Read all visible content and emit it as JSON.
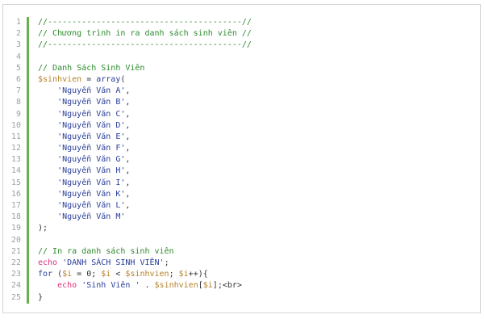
{
  "colors": {
    "comment": "#2e8b2e",
    "variable": "#b5812a",
    "string": "#2a3f9a",
    "keyword": "#e0307a",
    "gutter_bar": "#6ab04c"
  },
  "lines": [
    [
      [
        "c",
        "//----------------------------------------//"
      ]
    ],
    [
      [
        "c",
        "// Chương trình in ra danh sách sinh viên //"
      ]
    ],
    [
      [
        "c",
        "//----------------------------------------//"
      ]
    ],
    [],
    [
      [
        "c",
        "// Danh Sách Sinh Viên"
      ]
    ],
    [
      [
        "v",
        "$sinhvien"
      ],
      [
        "p",
        " = "
      ],
      [
        "f",
        "array"
      ],
      [
        "p",
        "("
      ]
    ],
    [
      [
        "p",
        "    "
      ],
      [
        "s",
        "'Nguyễn Văn A'"
      ],
      [
        "p",
        ","
      ]
    ],
    [
      [
        "p",
        "    "
      ],
      [
        "s",
        "'Nguyễn Văn B'"
      ],
      [
        "p",
        ","
      ]
    ],
    [
      [
        "p",
        "    "
      ],
      [
        "s",
        "'Nguyễn Văn C'"
      ],
      [
        "p",
        ","
      ]
    ],
    [
      [
        "p",
        "    "
      ],
      [
        "s",
        "'Nguyễn Văn D'"
      ],
      [
        "p",
        ","
      ]
    ],
    [
      [
        "p",
        "    "
      ],
      [
        "s",
        "'Nguyễn Văn E'"
      ],
      [
        "p",
        ","
      ]
    ],
    [
      [
        "p",
        "    "
      ],
      [
        "s",
        "'Nguyễn Văn F'"
      ],
      [
        "p",
        ","
      ]
    ],
    [
      [
        "p",
        "    "
      ],
      [
        "s",
        "'Nguyễn Văn G'"
      ],
      [
        "p",
        ","
      ]
    ],
    [
      [
        "p",
        "    "
      ],
      [
        "s",
        "'Nguyễn Văn H'"
      ],
      [
        "p",
        ","
      ]
    ],
    [
      [
        "p",
        "    "
      ],
      [
        "s",
        "'Nguyễn Văn I'"
      ],
      [
        "p",
        ","
      ]
    ],
    [
      [
        "p",
        "    "
      ],
      [
        "s",
        "'Nguyễn Văn K'"
      ],
      [
        "p",
        ","
      ]
    ],
    [
      [
        "p",
        "    "
      ],
      [
        "s",
        "'Nguyễn Văn L'"
      ],
      [
        "p",
        ","
      ]
    ],
    [
      [
        "p",
        "    "
      ],
      [
        "s",
        "'Nguyễn Văn M'"
      ]
    ],
    [
      [
        "p",
        ");"
      ]
    ],
    [],
    [
      [
        "c",
        "// In ra danh sách sinh viên"
      ]
    ],
    [
      [
        "k",
        "echo"
      ],
      [
        "p",
        " "
      ],
      [
        "s",
        "'DANH SÁCH SINH VIÊN'"
      ],
      [
        "p",
        ";"
      ]
    ],
    [
      [
        "f",
        "for"
      ],
      [
        "p",
        " ("
      ],
      [
        "v",
        "$i"
      ],
      [
        "p",
        " = 0; "
      ],
      [
        "v",
        "$i"
      ],
      [
        "p",
        " < "
      ],
      [
        "v",
        "$sinhvien"
      ],
      [
        "p",
        "; "
      ],
      [
        "v",
        "$i"
      ],
      [
        "p",
        "++){"
      ]
    ],
    [
      [
        "p",
        "    "
      ],
      [
        "k",
        "echo"
      ],
      [
        "p",
        " "
      ],
      [
        "s",
        "'Sinh Viên '"
      ],
      [
        "p",
        " . "
      ],
      [
        "v",
        "$sinhvien"
      ],
      [
        "p",
        "["
      ],
      [
        "v",
        "$i"
      ],
      [
        "p",
        "];<br>"
      ]
    ],
    [
      [
        "p",
        "}"
      ]
    ]
  ]
}
